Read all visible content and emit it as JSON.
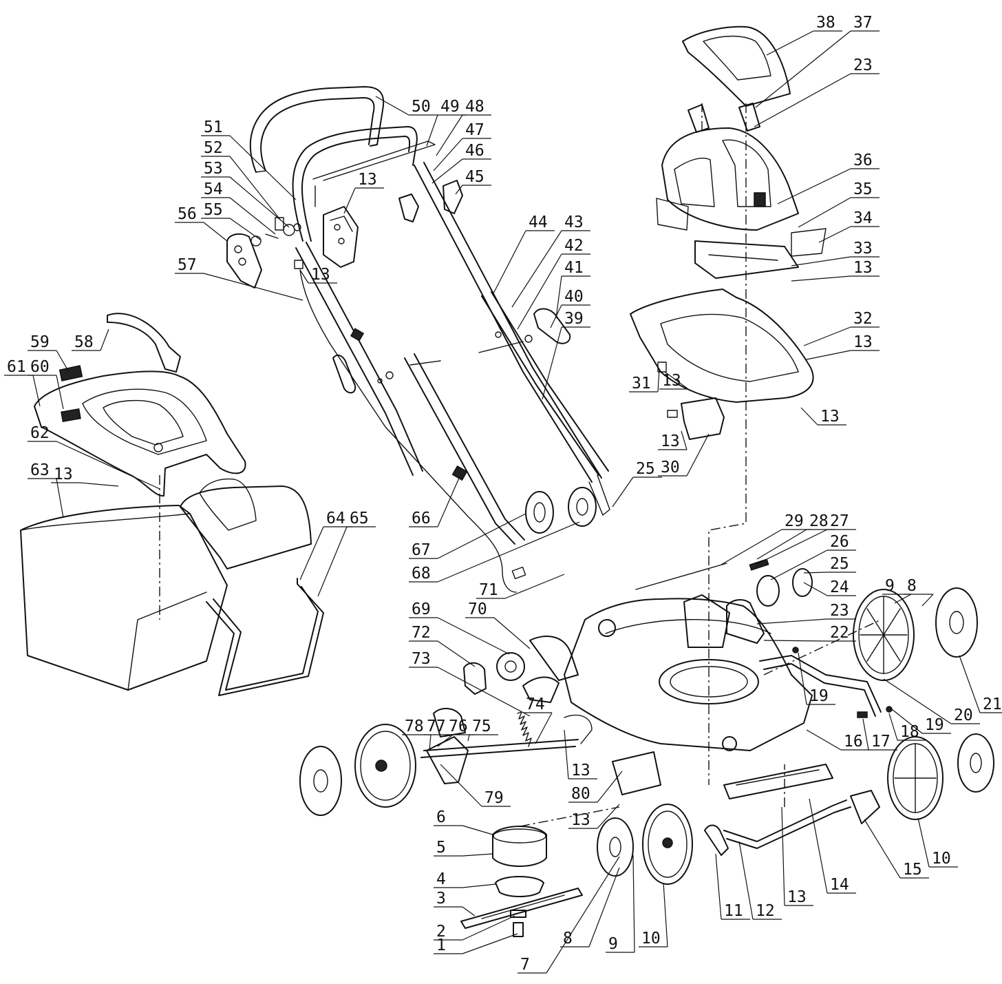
{
  "callouts": [
    {
      "id": "c1",
      "text": "1"
    },
    {
      "id": "c2",
      "text": "2"
    },
    {
      "id": "c3",
      "text": "3"
    },
    {
      "id": "c4",
      "text": "4"
    },
    {
      "id": "c5",
      "text": "5"
    },
    {
      "id": "c6",
      "text": "6"
    },
    {
      "id": "c7",
      "text": "7"
    },
    {
      "id": "c8a",
      "text": "8"
    },
    {
      "id": "c8b",
      "text": "8"
    },
    {
      "id": "c9a",
      "text": "9"
    },
    {
      "id": "c9b",
      "text": "9"
    },
    {
      "id": "c10a",
      "text": "10"
    },
    {
      "id": "c10b",
      "text": "10"
    },
    {
      "id": "c11",
      "text": "11"
    },
    {
      "id": "c12",
      "text": "12"
    },
    {
      "id": "c13a",
      "text": "13"
    },
    {
      "id": "c13b",
      "text": "13"
    },
    {
      "id": "c13c",
      "text": "13"
    },
    {
      "id": "c13d",
      "text": "13"
    },
    {
      "id": "c13e",
      "text": "13"
    },
    {
      "id": "c13f",
      "text": "13"
    },
    {
      "id": "c13g",
      "text": "13"
    },
    {
      "id": "c13h",
      "text": "13"
    },
    {
      "id": "c13i",
      "text": "13"
    },
    {
      "id": "c13j",
      "text": "13"
    },
    {
      "id": "c13k",
      "text": "13"
    },
    {
      "id": "c14",
      "text": "14"
    },
    {
      "id": "c15",
      "text": "15"
    },
    {
      "id": "c16",
      "text": "16"
    },
    {
      "id": "c17",
      "text": "17"
    },
    {
      "id": "c18",
      "text": "18"
    },
    {
      "id": "c19a",
      "text": "19"
    },
    {
      "id": "c19b",
      "text": "19"
    },
    {
      "id": "c20",
      "text": "20"
    },
    {
      "id": "c21",
      "text": "21"
    },
    {
      "id": "c22",
      "text": "22"
    },
    {
      "id": "c23a",
      "text": "23"
    },
    {
      "id": "c23b",
      "text": "23"
    },
    {
      "id": "c24",
      "text": "24"
    },
    {
      "id": "c25a",
      "text": "25"
    },
    {
      "id": "c25b",
      "text": "25"
    },
    {
      "id": "c26",
      "text": "26"
    },
    {
      "id": "c27",
      "text": "27"
    },
    {
      "id": "c28",
      "text": "28"
    },
    {
      "id": "c29",
      "text": "29"
    },
    {
      "id": "c30",
      "text": "30"
    },
    {
      "id": "c31",
      "text": "31"
    },
    {
      "id": "c32",
      "text": "32"
    },
    {
      "id": "c33",
      "text": "33"
    },
    {
      "id": "c34",
      "text": "34"
    },
    {
      "id": "c35",
      "text": "35"
    },
    {
      "id": "c36",
      "text": "36"
    },
    {
      "id": "c37",
      "text": "37"
    },
    {
      "id": "c38",
      "text": "38"
    },
    {
      "id": "c39",
      "text": "39"
    },
    {
      "id": "c40",
      "text": "40"
    },
    {
      "id": "c41",
      "text": "41"
    },
    {
      "id": "c42",
      "text": "42"
    },
    {
      "id": "c43",
      "text": "43"
    },
    {
      "id": "c44",
      "text": "44"
    },
    {
      "id": "c45",
      "text": "45"
    },
    {
      "id": "c46",
      "text": "46"
    },
    {
      "id": "c47",
      "text": "47"
    },
    {
      "id": "c48",
      "text": "48"
    },
    {
      "id": "c49",
      "text": "49"
    },
    {
      "id": "c50",
      "text": "50"
    },
    {
      "id": "c51",
      "text": "51"
    },
    {
      "id": "c52",
      "text": "52"
    },
    {
      "id": "c53",
      "text": "53"
    },
    {
      "id": "c54",
      "text": "54"
    },
    {
      "id": "c55",
      "text": "55"
    },
    {
      "id": "c56",
      "text": "56"
    },
    {
      "id": "c57",
      "text": "57"
    },
    {
      "id": "c58",
      "text": "58"
    },
    {
      "id": "c59",
      "text": "59"
    },
    {
      "id": "c60",
      "text": "60"
    },
    {
      "id": "c61",
      "text": "61"
    },
    {
      "id": "c62",
      "text": "62"
    },
    {
      "id": "c63",
      "text": "63"
    },
    {
      "id": "c64",
      "text": "64"
    },
    {
      "id": "c65",
      "text": "65"
    },
    {
      "id": "c66",
      "text": "66"
    },
    {
      "id": "c67",
      "text": "67"
    },
    {
      "id": "c68",
      "text": "68"
    },
    {
      "id": "c69",
      "text": "69"
    },
    {
      "id": "c70",
      "text": "70"
    },
    {
      "id": "c71",
      "text": "71"
    },
    {
      "id": "c72",
      "text": "72"
    },
    {
      "id": "c73",
      "text": "73"
    },
    {
      "id": "c74",
      "text": "74"
    },
    {
      "id": "c75",
      "text": "75"
    },
    {
      "id": "c76",
      "text": "76"
    },
    {
      "id": "c77",
      "text": "77"
    },
    {
      "id": "c78",
      "text": "78"
    },
    {
      "id": "c79",
      "text": "79"
    },
    {
      "id": "c80",
      "text": "80"
    }
  ]
}
